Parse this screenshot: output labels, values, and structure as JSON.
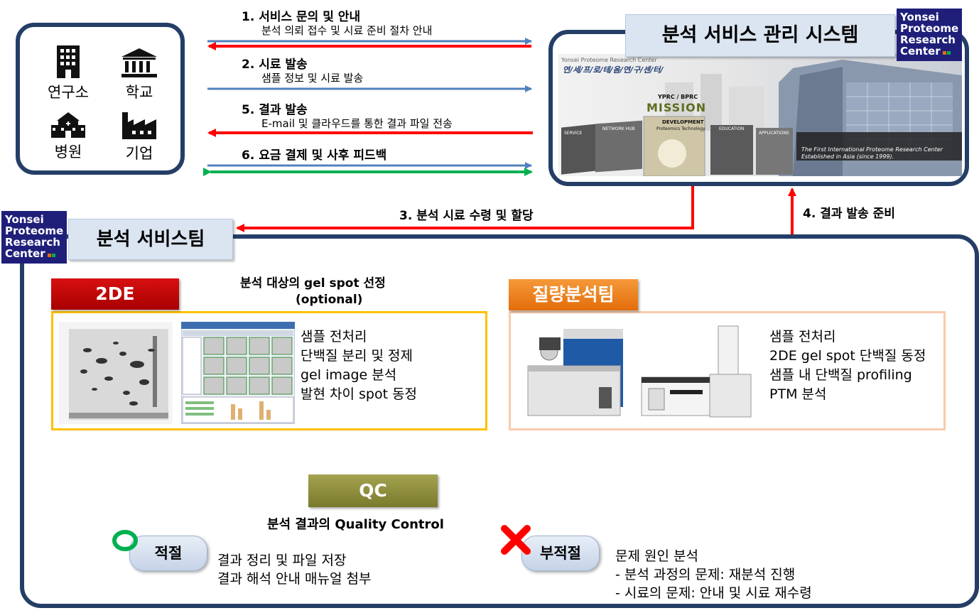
{
  "clients": [
    "연구소",
    "학교",
    "병원",
    "기업"
  ],
  "steps": {
    "s1_title": "1. 서비스 문의 및 안내",
    "s1_sub": "분석 의뢰 접수 및 시료 준비 절차 안내",
    "s2_title": "2. 시료 발송",
    "s2_sub": "샘플 정보 및 시료 발송",
    "s5_title": "5. 결과 발송",
    "s5_sub": "E-mail 및 클라우드를 통한 결과 파일 전송",
    "s6_title": "6. 요금 결제 및 사후 피드백",
    "s3_title": "3. 분석 시료 수령 및 할당",
    "s4_title": "4. 결과 발송 준비"
  },
  "system": {
    "title": "분석 서비스 관리 시스템",
    "banner_org": "Yonsei Proteome Research Center",
    "banner_korean": "연/세/프/로/테/옴/연/구/센/터/",
    "banner_ypc": "YPRC / BPRC",
    "banner_mission": "MISSION",
    "banner_development": "DEVELOPMENT",
    "banner_devsub": "Proteomics Technology",
    "banner_network": "NETWORK HUB",
    "banner_education": "EDUCATION",
    "banner_applications": "APPLICATIONS",
    "banner_service": "SERVICE",
    "banner_first": "The First International Proteome Research Center",
    "banner_est": "Established in Asia (since 1999)."
  },
  "logo": {
    "line1": "Yonsei",
    "line2": "Proteome",
    "line3": "Research",
    "line4": "Center"
  },
  "team": {
    "title": "분석 서비스팀",
    "tag_2de": "2DE",
    "tag_ms": "질량분석팀",
    "gel_select_1": "분석 대상의 gel spot 선정",
    "gel_select_2": "(optional)",
    "left_list": [
      "샘플 전처리",
      "단백질 분리 및 정제",
      "gel image 분석",
      "발현 차이 spot 동정"
    ],
    "right_list": [
      "샘플 전처리",
      "2DE gel spot 단백질 동정",
      "샘플 내 단백질 profiling",
      "PTM 분석"
    ],
    "qc_tag": "QC",
    "qc_label": "분석 결과의 Quality Control",
    "ok_label": "적절",
    "ok_notes": [
      "결과 정리 및 파일 저장",
      "결과 해석 안내 매뉴얼 첨부"
    ],
    "ng_label": "부적절",
    "ng_notes": [
      "문제 원인 분석",
      "-   분석 과정의 문제: 재분석 진행",
      "-   시료의 문제: 안내 및 시료 재수령"
    ]
  },
  "colors": {
    "frame": "#243e66",
    "blue_arrow": "#4f81bd",
    "red_arrow": "#ff0000",
    "green_arrow": "#00b050",
    "tag_2de": "#c00000",
    "tag_ms": "#e46c0a",
    "tag_qc": "#8a8a38",
    "panel_left": "#ffc000",
    "panel_right": "#f8cbad",
    "title_bg": "#dbe5f1"
  }
}
